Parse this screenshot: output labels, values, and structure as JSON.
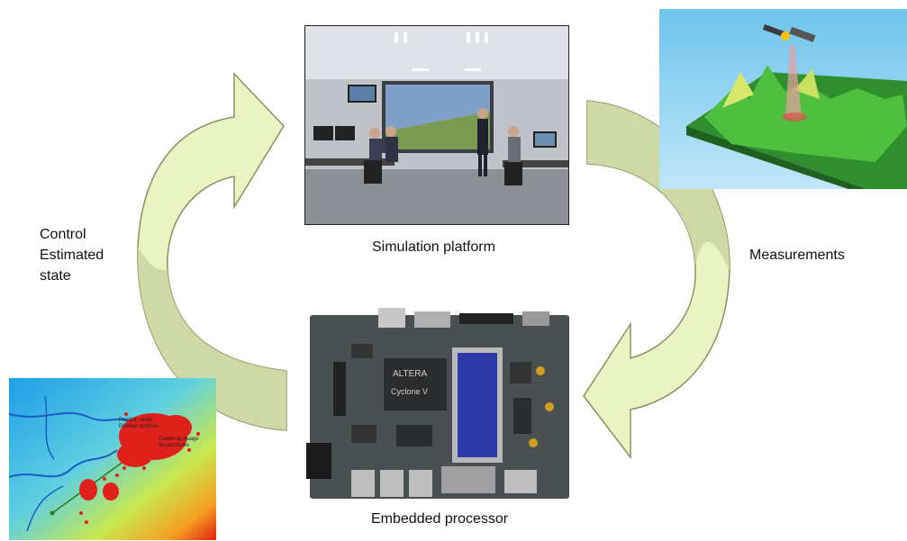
{
  "labels": {
    "simulation": "Simulation platform",
    "measurements": "Measurements",
    "embedded": "Embedded processor",
    "control_line1": "Control",
    "control_line2": "Estimated",
    "control_line3": "state"
  },
  "map_annotations": {
    "line1": "Position réelle",
    "line2": "Position estimée",
    "line3": "Centre du nuage",
    "line4": "de particules"
  },
  "board_logo": "ALTERA",
  "board_chip": "Cyclone V",
  "colors": {
    "arrow_fill": "#e9f4c2",
    "arrow_shadow": "#ccd6a2",
    "arrow_stroke": "#8a9060",
    "pcb": "#4a4f52",
    "lcd": "#2e3aa8",
    "terrain_green": "#3fae3a",
    "particle_red": "#e0201a"
  },
  "icons": {
    "satellite": "satellite-icon"
  }
}
